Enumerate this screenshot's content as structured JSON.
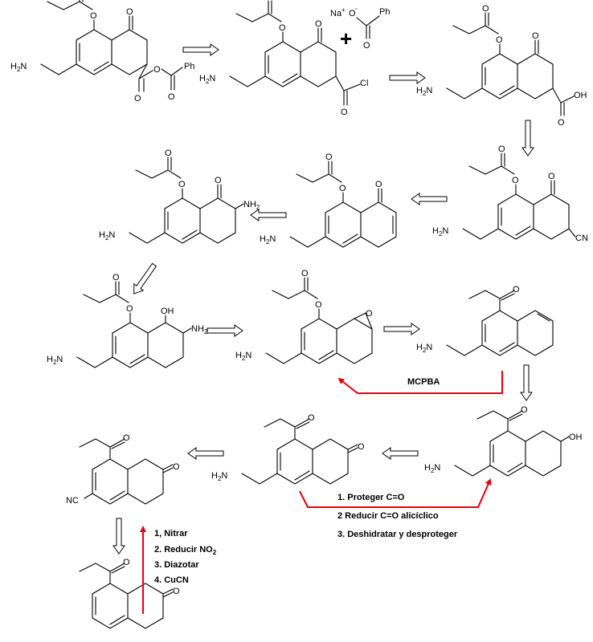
{
  "atoms": {
    "o": "O",
    "oh": "OH",
    "cl": "Cl",
    "cn": "CN",
    "nc": "NC",
    "nh2": "NH",
    "h2n": "H",
    "n_letter": "N",
    "two": "2",
    "na": "Na",
    "plus_charge": "+",
    "minus_charge": "-",
    "ph": "Ph",
    "plus_sign": "+"
  },
  "reagents": {
    "mcpba": "MCPBA",
    "steps_b": [
      "1. Proteger C=O",
      "2 Reducir C=O alicíclico",
      "3. Deshidratar y desproteger"
    ],
    "steps_a": [
      "1, Nitrar",
      "2. Reducir NO",
      "3. Diazotar",
      "4. CuCN"
    ],
    "no2_sub": "2"
  },
  "colors": {
    "reaction_arrow": "#e8000b",
    "ink": "#000000"
  }
}
